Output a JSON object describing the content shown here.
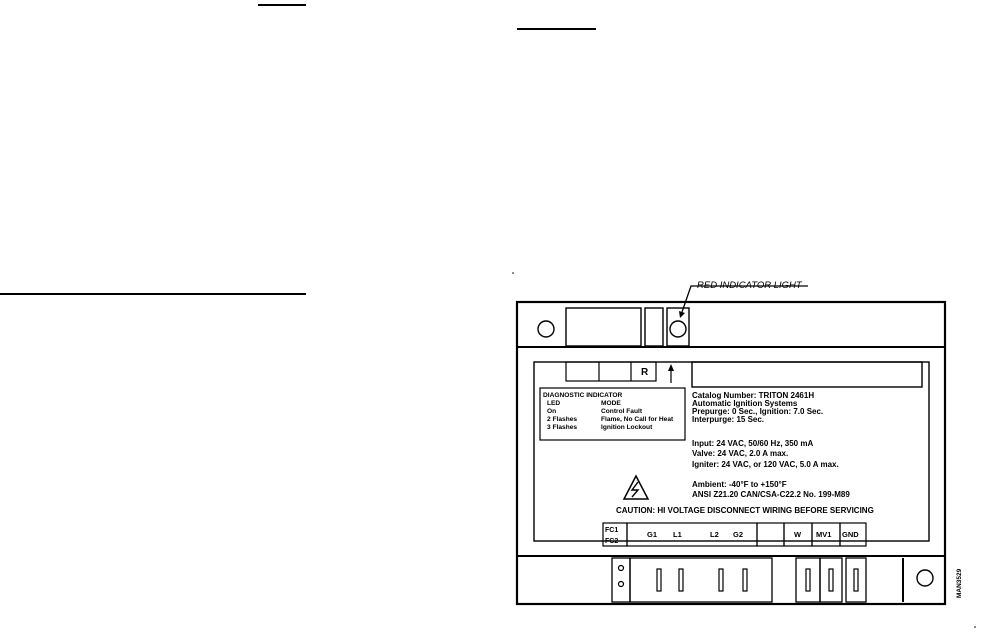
{
  "callout": {
    "red_indicator_light": "RED INDICATOR LIGHT"
  },
  "panel": {
    "r_label": "R",
    "diagnostic": {
      "header": [
        "DIAGNOSTIC INDICATOR",
        ""
      ],
      "col_headers": [
        "LED",
        "MODE"
      ],
      "rows": [
        [
          "On",
          "Control Fault"
        ],
        [
          "2 Flashes",
          "Flame, No Call for Heat"
        ],
        [
          "3 Flashes",
          "Ignition Lockout"
        ]
      ]
    },
    "specs": [
      "Catalog Number: TRITON 2461H",
      "Automatic Ignition Systems",
      "Prepurge: 0 Sec., Ignition: 7.0 Sec.",
      "Interpurge: 15 Sec.",
      "",
      "Input: 24 VAC, 50/60 Hz, 350 mA",
      "Valve: 24 VAC, 2.0 A max.",
      "Igniter: 24 VAC, or 120 VAC, 5.0 A max.",
      "",
      "Ambient: -40°F to +150°F",
      "ANSI Z21.20 CAN/CSA-C22.2 No. 199-M89"
    ],
    "caution": "CAUTION: HI VOLTAGE   DISCONNECT WIRING BEFORE SERVICING",
    "terminals": {
      "fc": [
        "FC1",
        "FC2"
      ],
      "group1": [
        "G1",
        "L1",
        "L2",
        "G2"
      ],
      "w": "W",
      "mv1": "MV1",
      "gnd": "GND"
    }
  },
  "figure_id": "MAN3529",
  "colors": {
    "ink": "#000000",
    "paper": "#ffffff"
  }
}
